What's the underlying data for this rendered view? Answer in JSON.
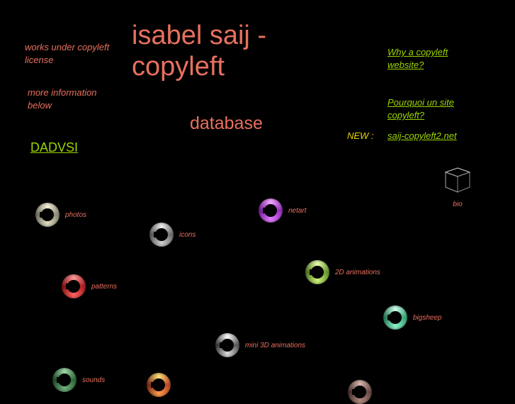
{
  "header": {
    "title_line1": "isabel saij -",
    "title_line2": "copyleft",
    "subtitle": "database"
  },
  "left": {
    "license_line1": "works under copyleft",
    "license_line2": "license",
    "more_line1": "more information",
    "more_line2": "below",
    "dadvsi": "DADVSI"
  },
  "right": {
    "why_line1": "Why a copyleft",
    "why_line2": "website?",
    "pourquoi_line1": "Pourquoi un site",
    "pourquoi_line2": "copyleft?",
    "new_label": "NEW :",
    "new_link": "saij-copyleft2.net",
    "bio": "bio"
  },
  "items": {
    "photos": "photos",
    "icons": "icons",
    "netart": "netart",
    "animations2d": "2D animations",
    "patterns": "patterns",
    "bigsheep": "bigsheep",
    "mini3d": "mini 3D animations",
    "sounds": "sounds"
  },
  "colors": {
    "background": "#000000",
    "text": "#e8705e",
    "link": "#9cd400",
    "new_label": "#e8d400"
  },
  "icons": [
    "cube-icon",
    "ring-icon"
  ]
}
